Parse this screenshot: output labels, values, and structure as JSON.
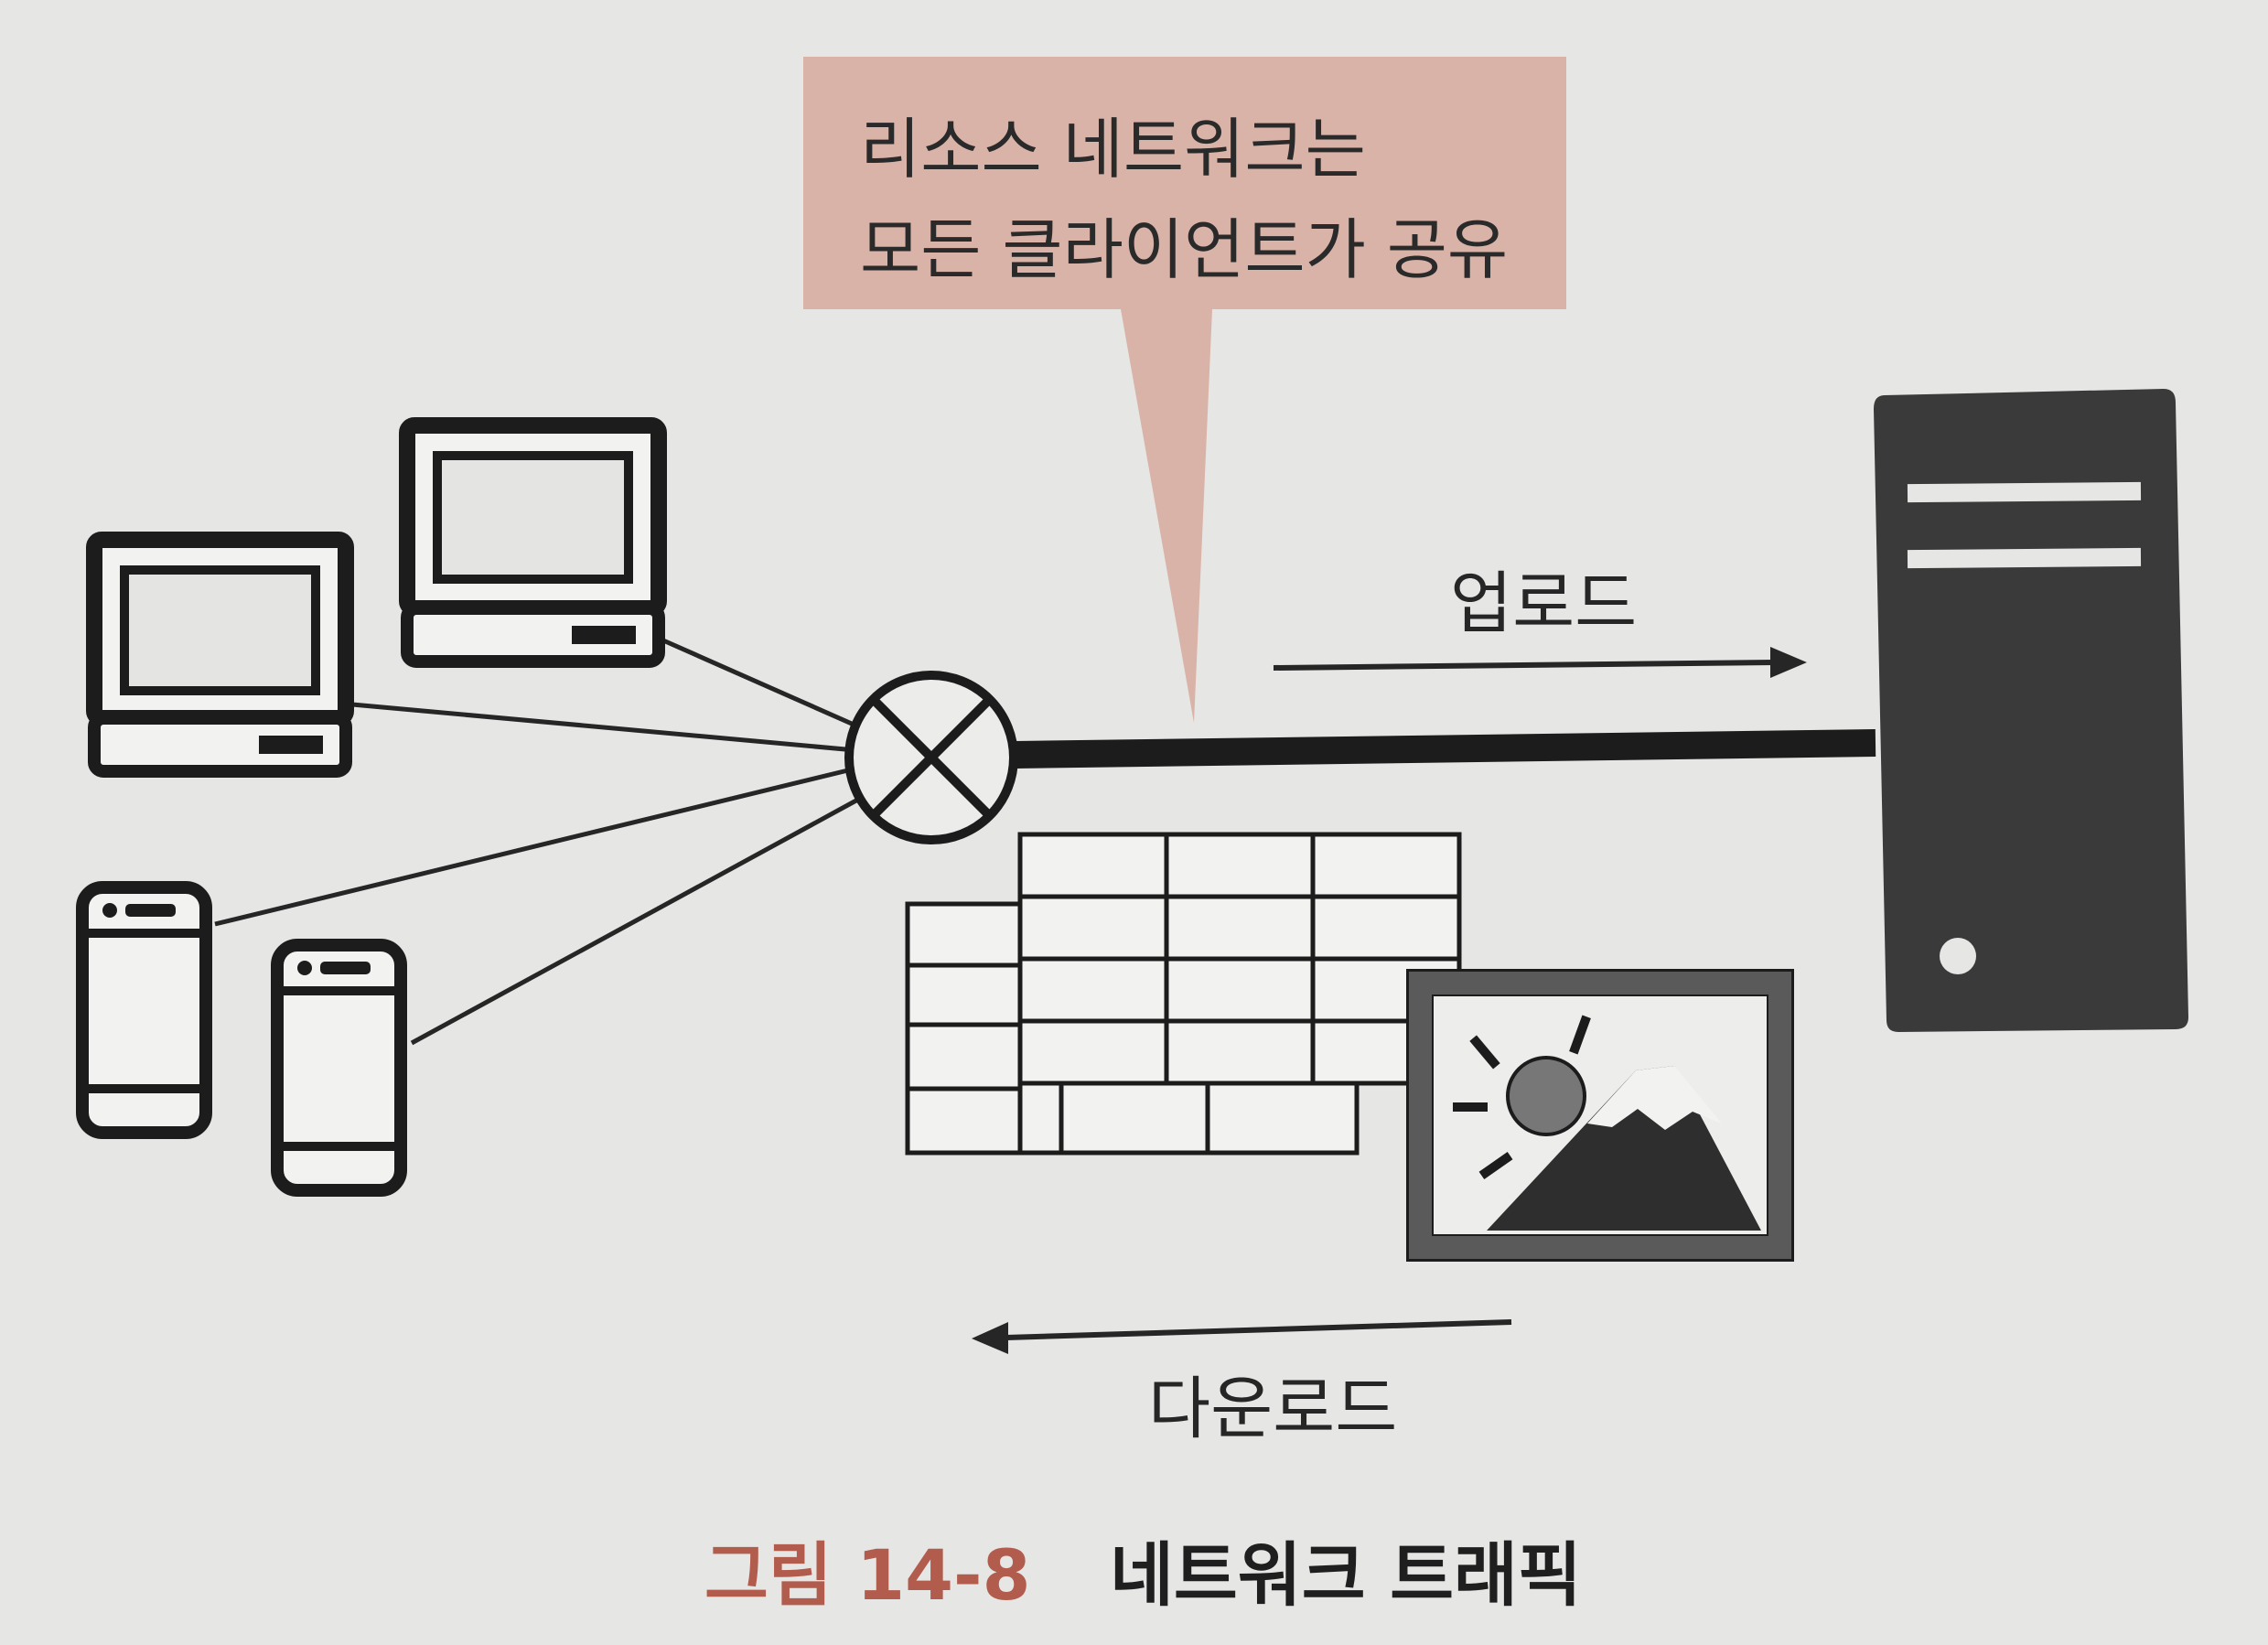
{
  "callout": {
    "line1": "리소스 네트워크는",
    "line2": "모든 클라이언트가 공유",
    "color": "#d9b3a8"
  },
  "arrows": {
    "upload_label": "업로드",
    "download_label": "다운로드"
  },
  "caption": {
    "number": "그림 14-8",
    "title": "네트워크 트래픽",
    "number_color": "#b15c4c"
  },
  "icons": [
    "desktop-computer-icon",
    "smartphone-icon",
    "network-hub-icon",
    "server-tower-icon",
    "data-table-icon",
    "landscape-image-icon"
  ],
  "colors": {
    "ink": "#262626",
    "server": "#3a3a3a",
    "background": "#e6e6e4"
  }
}
